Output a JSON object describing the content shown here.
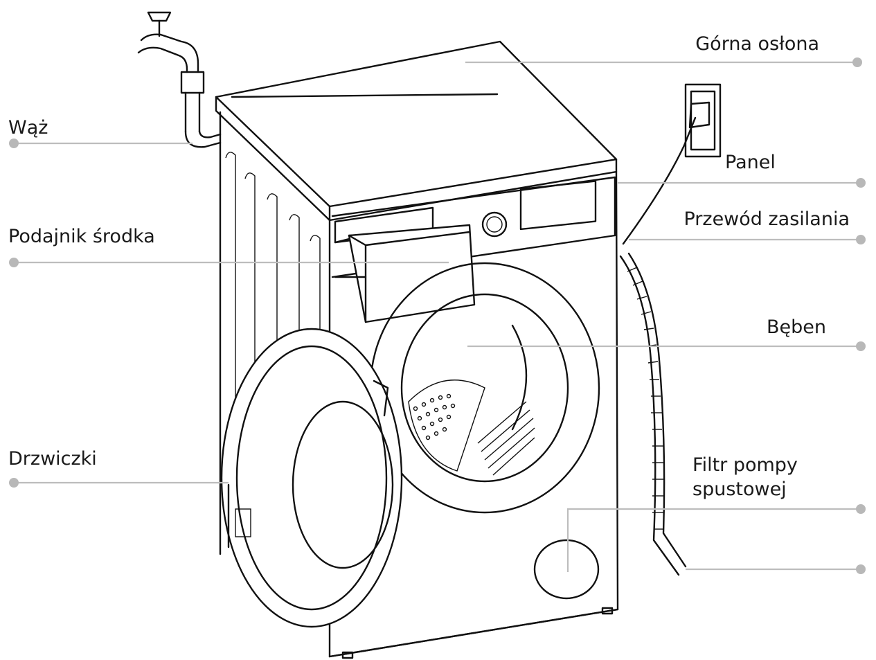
{
  "labels": {
    "gorna_oslona": "Górna osłona",
    "waz": "Wąż",
    "panel": "Panel",
    "przewod_zasilania": "Przewód zasilania",
    "podajnik_srodka": "Podajnik środka",
    "beben": "Bęben",
    "drzwiczki": "Drzwiczki",
    "filtr_pompy_spustowej": "Filtr pompy spustowej"
  },
  "colors": {
    "leader_line": "#bdbdbd",
    "outline": "#111111",
    "background": "#ffffff"
  }
}
